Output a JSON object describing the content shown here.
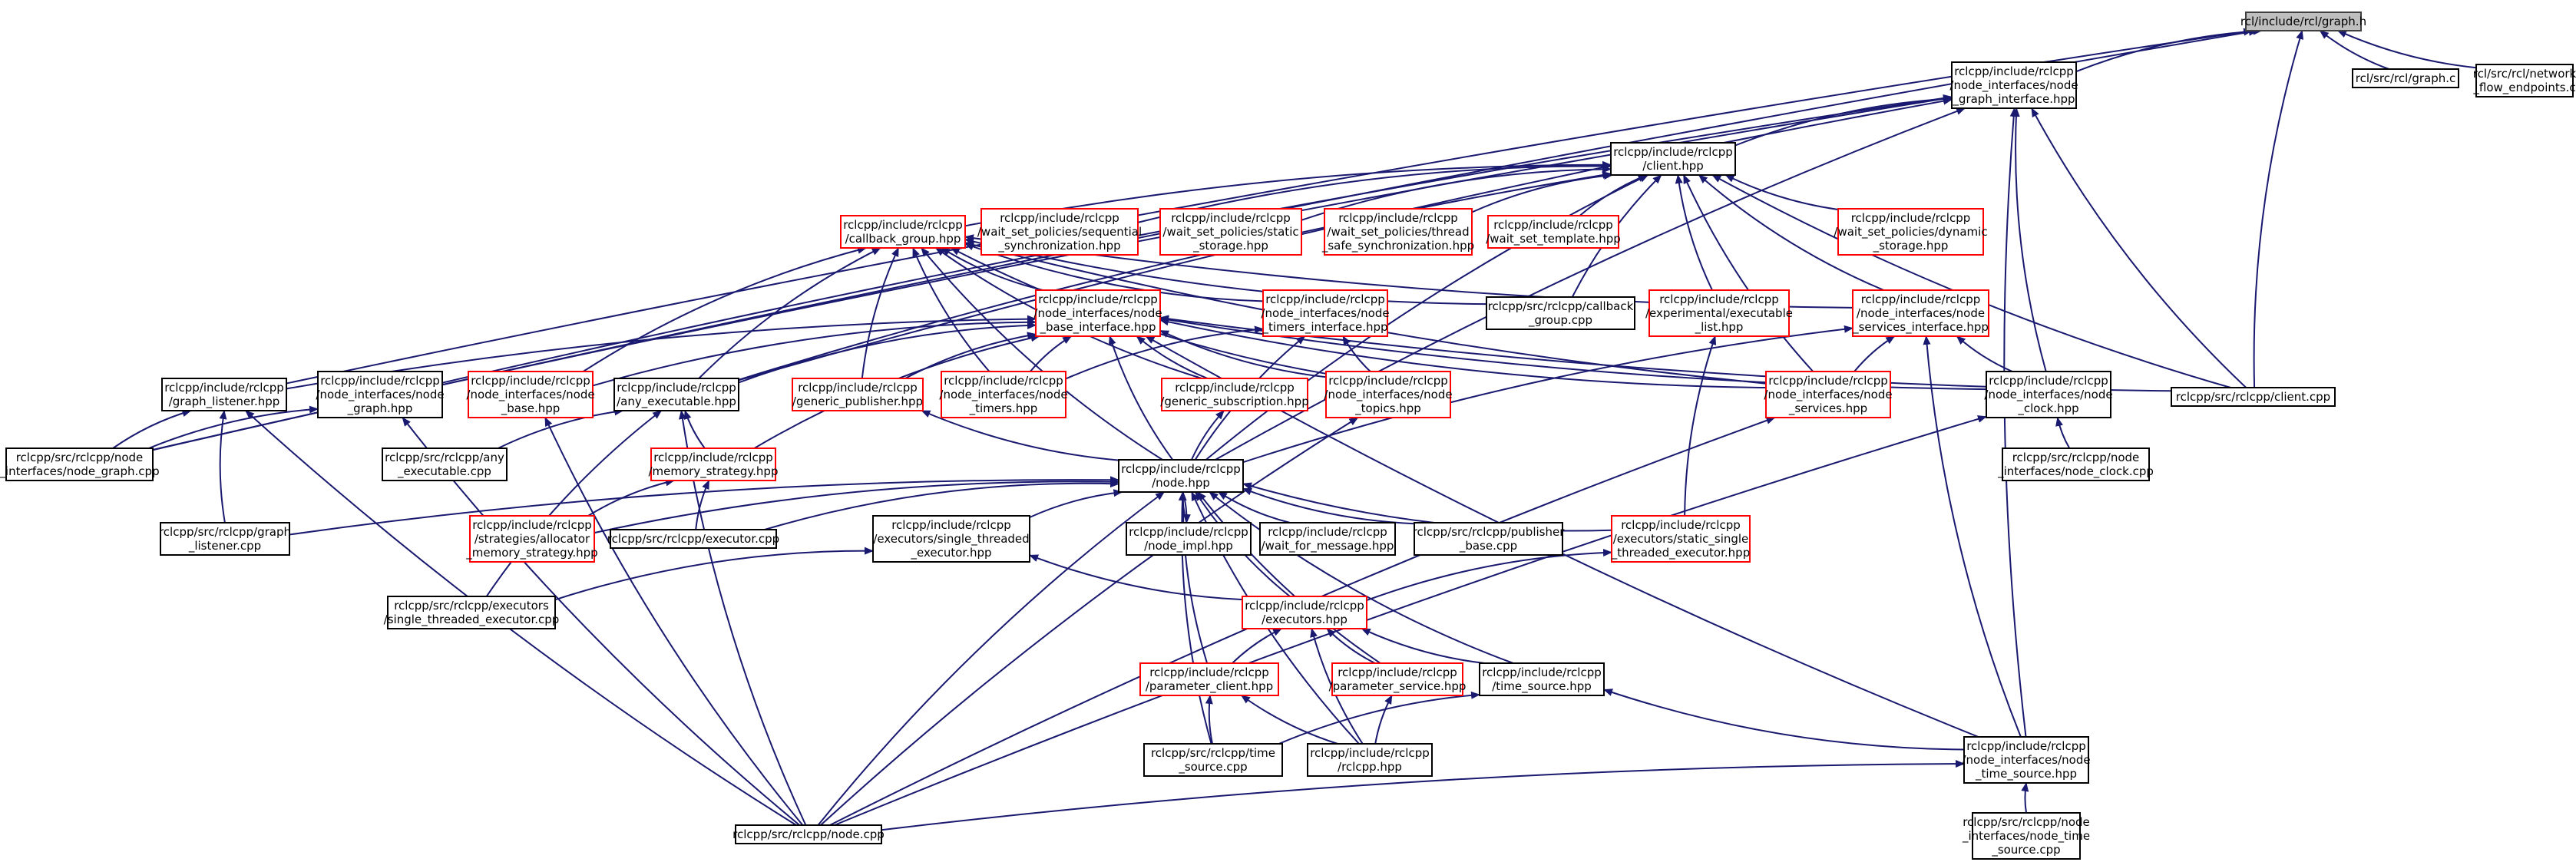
{
  "nodes": [
    {
      "id": "graph_h",
      "lines": [
        "rcl/include/rcl/graph.h"
      ],
      "style": "root"
    },
    {
      "id": "node_graph_interface",
      "lines": [
        "rclcpp/include/rclcpp",
        "/node_interfaces/node",
        "_graph_interface.hpp"
      ],
      "style": "black"
    },
    {
      "id": "graph_c",
      "lines": [
        "rcl/src/rcl/graph.c"
      ],
      "style": "black"
    },
    {
      "id": "network_flow",
      "lines": [
        "rcl/src/rcl/network",
        "_flow_endpoints.c"
      ],
      "style": "black"
    },
    {
      "id": "client_hpp",
      "lines": [
        "rclcpp/include/rclcpp",
        "/client.hpp"
      ],
      "style": "black"
    },
    {
      "id": "callback_group",
      "lines": [
        "rclcpp/include/rclcpp",
        "/callback_group.hpp"
      ],
      "style": "red"
    },
    {
      "id": "wsp_sequential",
      "lines": [
        "rclcpp/include/rclcpp",
        "/wait_set_policies/sequential",
        "_synchronization.hpp"
      ],
      "style": "red"
    },
    {
      "id": "wsp_static_storage",
      "lines": [
        "rclcpp/include/rclcpp",
        "/wait_set_policies/static",
        "_storage.hpp"
      ],
      "style": "red"
    },
    {
      "id": "wsp_thread_safe",
      "lines": [
        "rclcpp/include/rclcpp",
        "/wait_set_policies/thread",
        "_safe_synchronization.hpp"
      ],
      "style": "red"
    },
    {
      "id": "wait_set_template",
      "lines": [
        "rclcpp/include/rclcpp",
        "/wait_set_template.hpp"
      ],
      "style": "red"
    },
    {
      "id": "wsp_dynamic",
      "lines": [
        "rclcpp/include/rclcpp",
        "/wait_set_policies/dynamic",
        "_storage.hpp"
      ],
      "style": "red"
    },
    {
      "id": "node_base_interface",
      "lines": [
        "rclcpp/include/rclcpp",
        "/node_interfaces/node",
        "_base_interface.hpp"
      ],
      "style": "red"
    },
    {
      "id": "node_timers_interface",
      "lines": [
        "rclcpp/include/rclcpp",
        "/node_interfaces/node",
        "_timers_interface.hpp"
      ],
      "style": "red"
    },
    {
      "id": "callback_group_cpp",
      "lines": [
        "rclcpp/src/rclcpp/callback",
        "_group.cpp"
      ],
      "style": "black"
    },
    {
      "id": "experimental_exec_list",
      "lines": [
        "rclcpp/include/rclcpp",
        "/experimental/executable",
        "_list.hpp"
      ],
      "style": "red"
    },
    {
      "id": "node_services_interface",
      "lines": [
        "rclcpp/include/rclcpp",
        "/node_interfaces/node",
        "_services_interface.hpp"
      ],
      "style": "red"
    },
    {
      "id": "graph_listener_hpp",
      "lines": [
        "rclcpp/include/rclcpp",
        "/graph_listener.hpp"
      ],
      "style": "black"
    },
    {
      "id": "node_graph_hpp",
      "lines": [
        "rclcpp/include/rclcpp",
        "/node_interfaces/node",
        "_graph.hpp"
      ],
      "style": "black"
    },
    {
      "id": "node_base_hpp",
      "lines": [
        "rclcpp/include/rclcpp",
        "/node_interfaces/node",
        "_base.hpp"
      ],
      "style": "red"
    },
    {
      "id": "any_executable_hpp",
      "lines": [
        "rclcpp/include/rclcpp",
        "/any_executable.hpp"
      ],
      "style": "black"
    },
    {
      "id": "generic_publisher",
      "lines": [
        "rclcpp/include/rclcpp",
        "/generic_publisher.hpp"
      ],
      "style": "red"
    },
    {
      "id": "node_timers_hpp",
      "lines": [
        "rclcpp/include/rclcpp",
        "/node_interfaces/node",
        "_timers.hpp"
      ],
      "style": "red"
    },
    {
      "id": "generic_subscription",
      "lines": [
        "rclcpp/include/rclcpp",
        "/generic_subscription.hpp"
      ],
      "style": "red"
    },
    {
      "id": "node_topics_hpp",
      "lines": [
        "rclcpp/include/rclcpp",
        "/node_interfaces/node",
        "_topics.hpp"
      ],
      "style": "red"
    },
    {
      "id": "node_services_hpp",
      "lines": [
        "rclcpp/include/rclcpp",
        "/node_interfaces/node",
        "_services.hpp"
      ],
      "style": "red"
    },
    {
      "id": "node_clock_hpp",
      "lines": [
        "rclcpp/include/rclcpp",
        "/node_interfaces/node",
        "_clock.hpp"
      ],
      "style": "black"
    },
    {
      "id": "client_cpp",
      "lines": [
        "rclcpp/src/rclcpp/client.cpp"
      ],
      "style": "black"
    },
    {
      "id": "node_graph_cpp",
      "lines": [
        "rclcpp/src/rclcpp/node",
        "_interfaces/node_graph.cpp"
      ],
      "style": "black"
    },
    {
      "id": "any_executable_cpp",
      "lines": [
        "rclcpp/src/rclcpp/any",
        "_executable.cpp"
      ],
      "style": "black"
    },
    {
      "id": "memory_strategy",
      "lines": [
        "rclcpp/include/rclcpp",
        "/memory_strategy.hpp"
      ],
      "style": "red"
    },
    {
      "id": "node_hpp",
      "lines": [
        "rclcpp/include/rclcpp",
        "/node.hpp"
      ],
      "style": "black"
    },
    {
      "id": "node_clock_cpp",
      "lines": [
        "rclcpp/src/rclcpp/node",
        "_interfaces/node_clock.cpp"
      ],
      "style": "black"
    },
    {
      "id": "graph_listener_cpp",
      "lines": [
        "rclcpp/src/rclcpp/graph",
        "_listener.cpp"
      ],
      "style": "black"
    },
    {
      "id": "allocator_memory_strategy",
      "lines": [
        "rclcpp/include/rclcpp",
        "/strategies/allocator",
        "_memory_strategy.hpp"
      ],
      "style": "red"
    },
    {
      "id": "executor_cpp",
      "lines": [
        "rclcpp/src/rclcpp/executor.cpp"
      ],
      "style": "black"
    },
    {
      "id": "single_threaded_executor_hpp",
      "lines": [
        "rclcpp/include/rclcpp",
        "/executors/single_threaded",
        "_executor.hpp"
      ],
      "style": "black"
    },
    {
      "id": "node_impl_hpp",
      "lines": [
        "rclcpp/include/rclcpp",
        "/node_impl.hpp"
      ],
      "style": "black"
    },
    {
      "id": "wait_for_message",
      "lines": [
        "rclcpp/include/rclcpp",
        "/wait_for_message.hpp"
      ],
      "style": "black"
    },
    {
      "id": "publisher_base_cpp",
      "lines": [
        "rclcpp/src/rclcpp/publisher",
        "_base.cpp"
      ],
      "style": "black"
    },
    {
      "id": "static_single_threaded",
      "lines": [
        "rclcpp/include/rclcpp",
        "/executors/static_single",
        "_threaded_executor.hpp"
      ],
      "style": "red"
    },
    {
      "id": "single_threaded_executor_cpp",
      "lines": [
        "rclcpp/src/rclcpp/executors",
        "/single_threaded_executor.cpp"
      ],
      "style": "black"
    },
    {
      "id": "executors_hpp",
      "lines": [
        "rclcpp/include/rclcpp",
        "/executors.hpp"
      ],
      "style": "red"
    },
    {
      "id": "parameter_client",
      "lines": [
        "rclcpp/include/rclcpp",
        "/parameter_client.hpp"
      ],
      "style": "red"
    },
    {
      "id": "parameter_service",
      "lines": [
        "rclcpp/include/rclcpp",
        "/parameter_service.hpp"
      ],
      "style": "red"
    },
    {
      "id": "time_source_hpp",
      "lines": [
        "rclcpp/include/rclcpp",
        "/time_source.hpp"
      ],
      "style": "black"
    },
    {
      "id": "time_source_cpp",
      "lines": [
        "rclcpp/src/rclcpp/time",
        "_source.cpp"
      ],
      "style": "black"
    },
    {
      "id": "rclcpp_hpp",
      "lines": [
        "rclcpp/include/rclcpp",
        "/rclcpp.hpp"
      ],
      "style": "black"
    },
    {
      "id": "node_time_source_hpp",
      "lines": [
        "rclcpp/include/rclcpp",
        "/node_interfaces/node",
        "_time_source.hpp"
      ],
      "style": "black"
    },
    {
      "id": "node_cpp",
      "lines": [
        "rclcpp/src/rclcpp/node.cpp"
      ],
      "style": "black"
    },
    {
      "id": "node_time_source_cpp",
      "lines": [
        "rclcpp/src/rclcpp/node",
        "_interfaces/node_time",
        "_source.cpp"
      ],
      "style": "black"
    }
  ],
  "edges": [
    [
      "graph_h",
      "node_graph_interface"
    ],
    [
      "graph_h",
      "graph_c"
    ],
    [
      "graph_h",
      "network_flow"
    ],
    [
      "graph_h",
      "graph_listener_hpp"
    ],
    [
      "graph_h",
      "node_graph_cpp"
    ],
    [
      "graph_h",
      "client_cpp"
    ],
    [
      "node_graph_interface",
      "client_hpp"
    ],
    [
      "node_graph_interface",
      "any_executable_hpp"
    ],
    [
      "node_graph_interface",
      "node_graph_hpp"
    ],
    [
      "node_graph_interface",
      "node_graph_cpp"
    ],
    [
      "node_graph_interface",
      "node_hpp"
    ],
    [
      "node_graph_interface",
      "node_clock_hpp"
    ],
    [
      "node_graph_interface",
      "client_cpp"
    ],
    [
      "node_graph_interface",
      "node_time_source_hpp"
    ],
    [
      "client_hpp",
      "callback_group"
    ],
    [
      "client_hpp",
      "wsp_sequential"
    ],
    [
      "client_hpp",
      "wsp_static_storage"
    ],
    [
      "client_hpp",
      "wsp_thread_safe"
    ],
    [
      "client_hpp",
      "wait_set_template"
    ],
    [
      "client_hpp",
      "wsp_dynamic"
    ],
    [
      "client_hpp",
      "callback_group_cpp"
    ],
    [
      "client_hpp",
      "experimental_exec_list"
    ],
    [
      "client_hpp",
      "node_services_interface"
    ],
    [
      "client_hpp",
      "node_services_hpp"
    ],
    [
      "client_hpp",
      "node_hpp"
    ],
    [
      "client_hpp",
      "client_cpp"
    ],
    [
      "client_hpp",
      "any_executable_hpp"
    ],
    [
      "callback_group",
      "node_base_interface"
    ],
    [
      "callback_group",
      "node_timers_interface"
    ],
    [
      "callback_group",
      "callback_group_cpp"
    ],
    [
      "callback_group",
      "node_base_hpp"
    ],
    [
      "callback_group",
      "any_executable_hpp"
    ],
    [
      "callback_group",
      "generic_publisher"
    ],
    [
      "callback_group",
      "node_timers_hpp"
    ],
    [
      "callback_group",
      "generic_subscription"
    ],
    [
      "callback_group",
      "node_topics_hpp"
    ],
    [
      "callback_group",
      "node_services_hpp"
    ],
    [
      "callback_group",
      "node_hpp"
    ],
    [
      "callback_group",
      "node_services_interface"
    ],
    [
      "node_base_interface",
      "graph_listener_hpp"
    ],
    [
      "node_base_interface",
      "node_base_hpp"
    ],
    [
      "node_base_interface",
      "any_executable_hpp"
    ],
    [
      "node_base_interface",
      "generic_publisher"
    ],
    [
      "node_base_interface",
      "node_timers_hpp"
    ],
    [
      "node_base_interface",
      "generic_subscription"
    ],
    [
      "node_base_interface",
      "node_topics_hpp"
    ],
    [
      "node_base_interface",
      "node_services_hpp"
    ],
    [
      "node_base_interface",
      "node_clock_hpp"
    ],
    [
      "node_base_interface",
      "node_hpp"
    ],
    [
      "node_base_interface",
      "memory_strategy"
    ],
    [
      "node_base_interface",
      "node_time_source_hpp"
    ],
    [
      "node_base_interface",
      "client_cpp"
    ],
    [
      "node_timers_interface",
      "node_timers_hpp"
    ],
    [
      "node_timers_interface",
      "node_hpp"
    ],
    [
      "node_timers_interface",
      "node_topics_hpp"
    ],
    [
      "experimental_exec_list",
      "static_single_threaded"
    ],
    [
      "node_services_interface",
      "node_services_hpp"
    ],
    [
      "node_services_interface",
      "node_hpp"
    ],
    [
      "node_services_interface",
      "node_clock_hpp"
    ],
    [
      "node_services_interface",
      "node_time_source_hpp"
    ],
    [
      "graph_listener_hpp",
      "node_graph_cpp"
    ],
    [
      "graph_listener_hpp",
      "graph_listener_cpp"
    ],
    [
      "graph_listener_hpp",
      "node_cpp"
    ],
    [
      "node_graph_hpp",
      "node_graph_cpp"
    ],
    [
      "node_graph_hpp",
      "node_cpp"
    ],
    [
      "node_base_hpp",
      "node_cpp"
    ],
    [
      "any_executable_hpp",
      "any_executable_cpp"
    ],
    [
      "any_executable_hpp",
      "memory_strategy"
    ],
    [
      "any_executable_hpp",
      "single_threaded_executor_cpp"
    ],
    [
      "any_executable_hpp",
      "node_cpp"
    ],
    [
      "generic_publisher",
      "node_hpp"
    ],
    [
      "generic_subscription",
      "node_hpp"
    ],
    [
      "node_topics_hpp",
      "node_cpp"
    ],
    [
      "node_services_hpp",
      "node_cpp"
    ],
    [
      "node_clock_hpp",
      "node_clock_cpp"
    ],
    [
      "node_clock_hpp",
      "node_cpp"
    ],
    [
      "memory_strategy",
      "allocator_memory_strategy"
    ],
    [
      "memory_strategy",
      "executor_cpp"
    ],
    [
      "node_hpp",
      "graph_listener_cpp"
    ],
    [
      "node_hpp",
      "allocator_memory_strategy"
    ],
    [
      "node_hpp",
      "executor_cpp"
    ],
    [
      "node_hpp",
      "single_threaded_executor_hpp"
    ],
    [
      "node_hpp",
      "node_impl_hpp"
    ],
    [
      "node_hpp",
      "wait_for_message"
    ],
    [
      "node_hpp",
      "publisher_base_cpp"
    ],
    [
      "node_hpp",
      "static_single_threaded"
    ],
    [
      "node_hpp",
      "executors_hpp"
    ],
    [
      "node_hpp",
      "parameter_client"
    ],
    [
      "node_hpp",
      "parameter_service"
    ],
    [
      "node_hpp",
      "time_source_hpp"
    ],
    [
      "node_hpp",
      "time_source_cpp"
    ],
    [
      "node_hpp",
      "rclcpp_hpp"
    ],
    [
      "node_hpp",
      "node_cpp"
    ],
    [
      "node_impl_hpp",
      "node_hpp"
    ],
    [
      "single_threaded_executor_hpp",
      "single_threaded_executor_cpp"
    ],
    [
      "single_threaded_executor_hpp",
      "executors_hpp"
    ],
    [
      "static_single_threaded",
      "executors_hpp"
    ],
    [
      "executors_hpp",
      "parameter_client"
    ],
    [
      "executors_hpp",
      "parameter_service"
    ],
    [
      "executors_hpp",
      "time_source_hpp"
    ],
    [
      "executors_hpp",
      "rclcpp_hpp"
    ],
    [
      "parameter_client",
      "time_source_cpp"
    ],
    [
      "parameter_client",
      "rclcpp_hpp"
    ],
    [
      "parameter_service",
      "rclcpp_hpp"
    ],
    [
      "time_source_hpp",
      "time_source_cpp"
    ],
    [
      "time_source_hpp",
      "node_time_source_hpp"
    ],
    [
      "node_time_source_hpp",
      "node_cpp"
    ],
    [
      "node_time_source_hpp",
      "node_time_source_cpp"
    ]
  ]
}
